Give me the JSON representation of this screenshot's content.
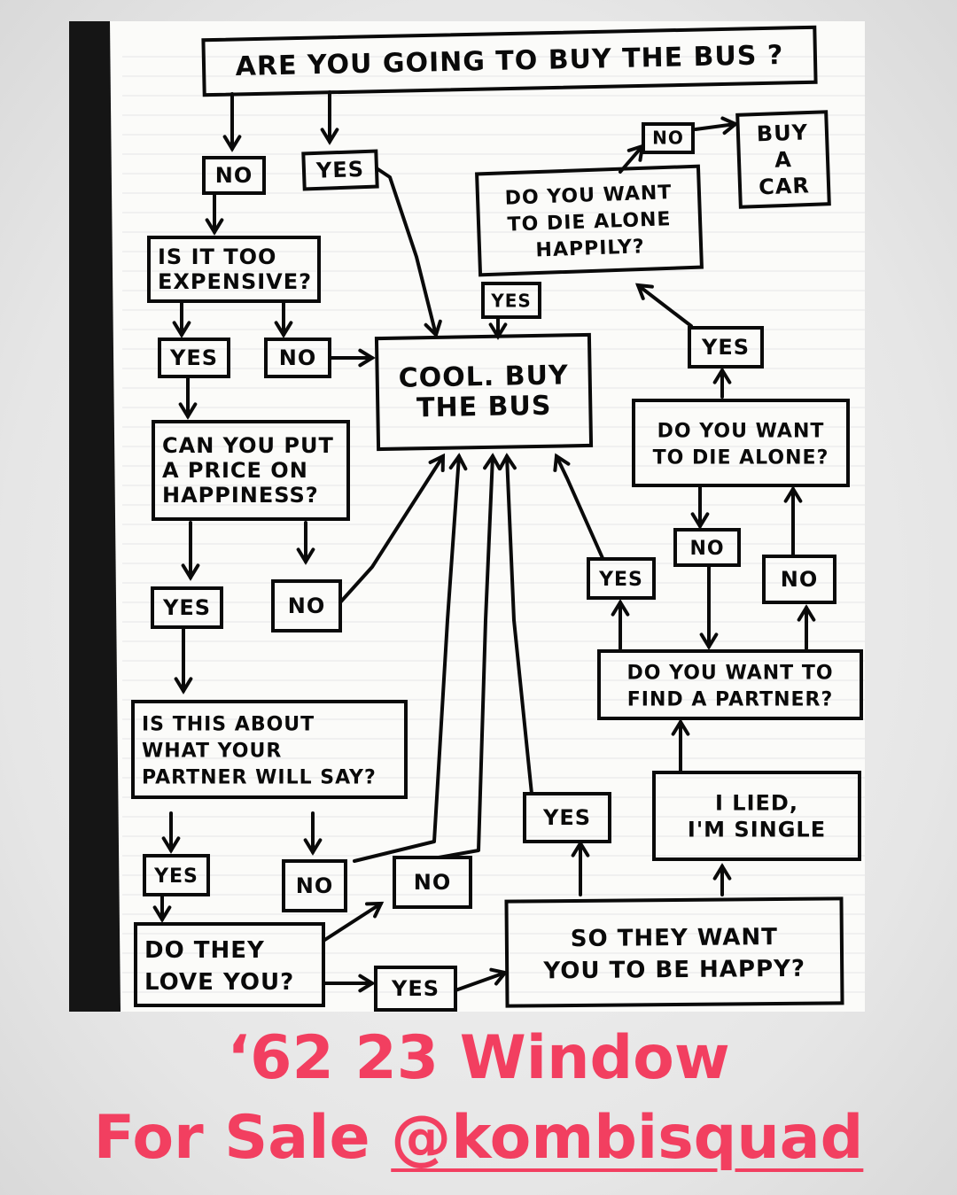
{
  "diagram": {
    "nodes": {
      "start": [
        "ARE YOU GOING TO BUY THE BUS ?"
      ],
      "no1": [
        "NO"
      ],
      "yes1": [
        "YES"
      ],
      "expensive": [
        "IS IT TOO",
        "EXPENSIVE?"
      ],
      "yes_exp": [
        "YES"
      ],
      "no_exp": [
        "NO"
      ],
      "price": [
        "CAN YOU PUT",
        "A PRICE ON",
        "HAPPINESS?"
      ],
      "yes_price": [
        "YES"
      ],
      "no_price": [
        "NO"
      ],
      "partner_say": [
        "IS THIS ABOUT",
        "WHAT YOUR",
        "PARTNER WILL SAY?"
      ],
      "yes_partner": [
        "YES"
      ],
      "no_partner": [
        "NO"
      ],
      "love": [
        "DO THEY",
        "LOVE YOU?"
      ],
      "no_love": [
        "NO"
      ],
      "yes_love": [
        "YES"
      ],
      "happy": [
        "SO THEY WANT",
        "YOU TO BE HAPPY?"
      ],
      "yes_happy": [
        "YES"
      ],
      "cool": [
        "COOL. BUY",
        "THE BUS"
      ],
      "lied": [
        "I LIED,",
        "I'M SINGLE"
      ],
      "find_partner": [
        "DO YOU WANT TO",
        "FIND A PARTNER?"
      ],
      "yes_find": [
        "YES"
      ],
      "no_find": [
        "NO"
      ],
      "no_find2": [
        "NO"
      ],
      "die_alone": [
        "DO YOU WANT",
        "TO DIE ALONE?"
      ],
      "yes_die": [
        "YES"
      ],
      "die_happily": [
        "DO YOU WANT",
        "TO DIE ALONE",
        "HAPPILY?"
      ],
      "yes_happily": [
        "YES"
      ],
      "no_happily": [
        "NO"
      ],
      "buy_car": [
        "BUY",
        "A",
        "CAR"
      ]
    }
  },
  "caption": {
    "line1": "‘62 23 Window",
    "line2_prefix": "For Sale ",
    "line2_handle": "@kombisquad"
  },
  "colors": {
    "caption": "#f23f60",
    "ink": "#0a0a0a",
    "paper": "#fbfbf9"
  }
}
